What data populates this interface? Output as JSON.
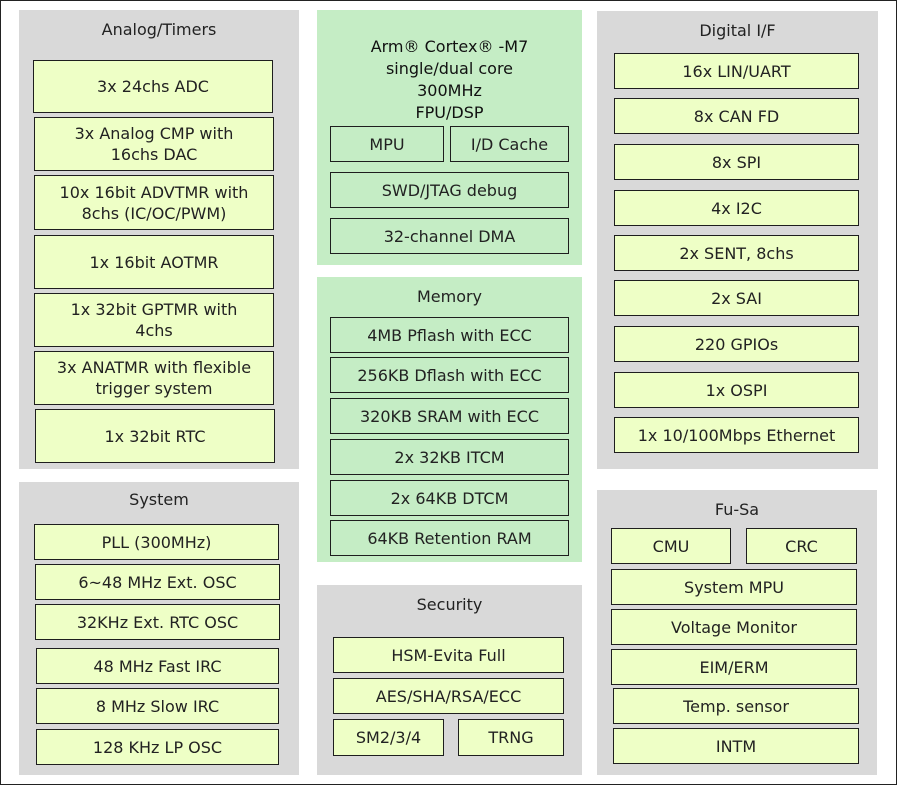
{
  "analog": {
    "title": "Analog/Timers",
    "items": [
      "3x 24chs ADC",
      "3x Analog CMP with 16chs DAC",
      "10x 16bit ADVTMR with 8chs (IC/OC/PWM)",
      "1x 16bit AOTMR",
      "1x 32bit GPTMR with 4chs",
      "3x ANATMR with flexible trigger system",
      "1x 32bit RTC"
    ]
  },
  "core": {
    "title_lines": [
      "Arm® Cortex® -M7",
      "single/dual core",
      "300MHz",
      "FPU/DSP"
    ],
    "items": [
      "MPU",
      "I/D Cache",
      "SWD/JTAG debug",
      "32-channel DMA"
    ]
  },
  "digital": {
    "title": "Digital I/F",
    "items": [
      "16x LIN/UART",
      "8x CAN FD",
      "8x SPI",
      "4x I2C",
      "2x SENT, 8chs",
      "2x SAI",
      "220 GPIOs",
      "1x OSPI",
      "1x 10/100Mbps Ethernet"
    ]
  },
  "memory": {
    "title": "Memory",
    "items": [
      "4MB Pflash with ECC",
      "256KB Dflash with ECC",
      "320KB SRAM with ECC",
      "2x 32KB ITCM",
      "2x 64KB DTCM",
      "64KB Retention RAM"
    ]
  },
  "system": {
    "title": "System",
    "items": [
      "PLL (300MHz)",
      "6~48 MHz Ext. OSC",
      "32KHz Ext. RTC OSC",
      "48 MHz Fast IRC",
      "8 MHz Slow IRC",
      "128 KHz LP OSC"
    ]
  },
  "security": {
    "title": "Security",
    "items": [
      "HSM-Evita Full",
      "AES/SHA/RSA/ECC",
      "SM2/3/4",
      "TRNG"
    ]
  },
  "fusa": {
    "title": "Fu-Sa",
    "items": [
      "CMU",
      "CRC",
      "System MPU",
      "Voltage Monitor",
      "EIM/ERM",
      "Temp. sensor",
      "INTM"
    ]
  }
}
